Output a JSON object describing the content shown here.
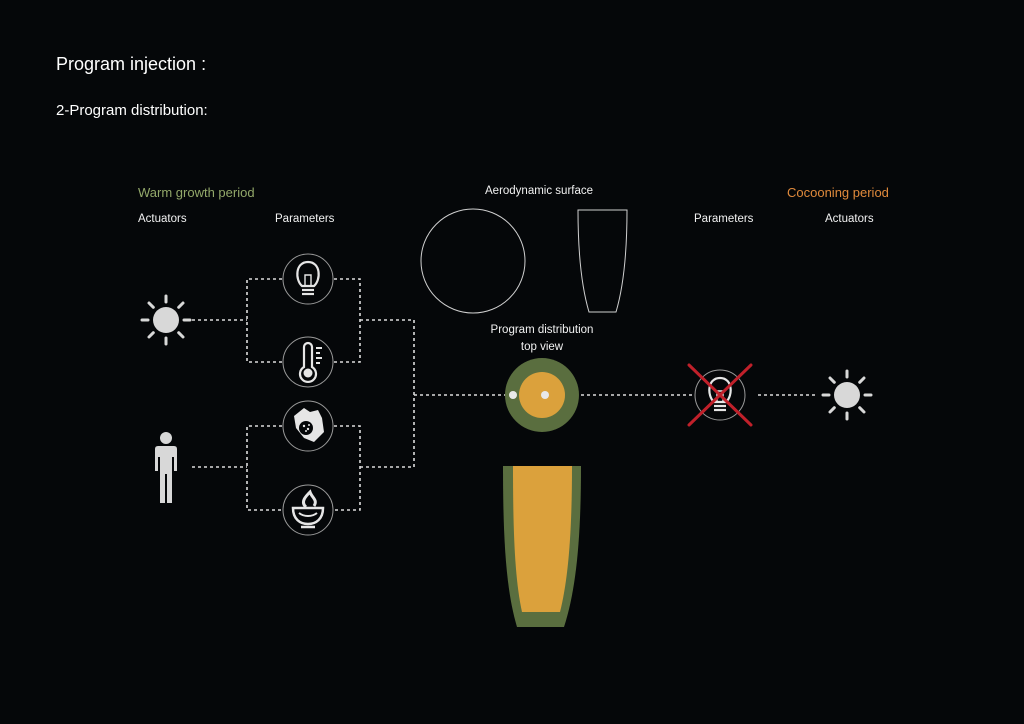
{
  "header": {
    "title": "Program injection :",
    "subtitle": "2-Program distribution:"
  },
  "left": {
    "period": "Warm growth period",
    "actuators": "Actuators",
    "parameters": "Parameters"
  },
  "center": {
    "surface": "Aerodynamic surface",
    "distribution_line1": "Program distribution",
    "distribution_line2": "top view"
  },
  "right": {
    "period": "Cocooning period",
    "parameters": "Parameters",
    "actuators": "Actuators"
  },
  "colors": {
    "background": "#050709",
    "warm_period": "#93a86a",
    "cocoon_period": "#e08a3c",
    "green": "#5a6e3f",
    "orange": "#dba13c",
    "red_cross": "#c0202a",
    "icon_gray": "#d8d8d8"
  },
  "icons": [
    "sun-icon",
    "person-icon",
    "lightbulb-icon",
    "thermometer-icon",
    "hand-seeds-icon",
    "bowl-icon",
    "crossed-lightbulb-icon"
  ]
}
